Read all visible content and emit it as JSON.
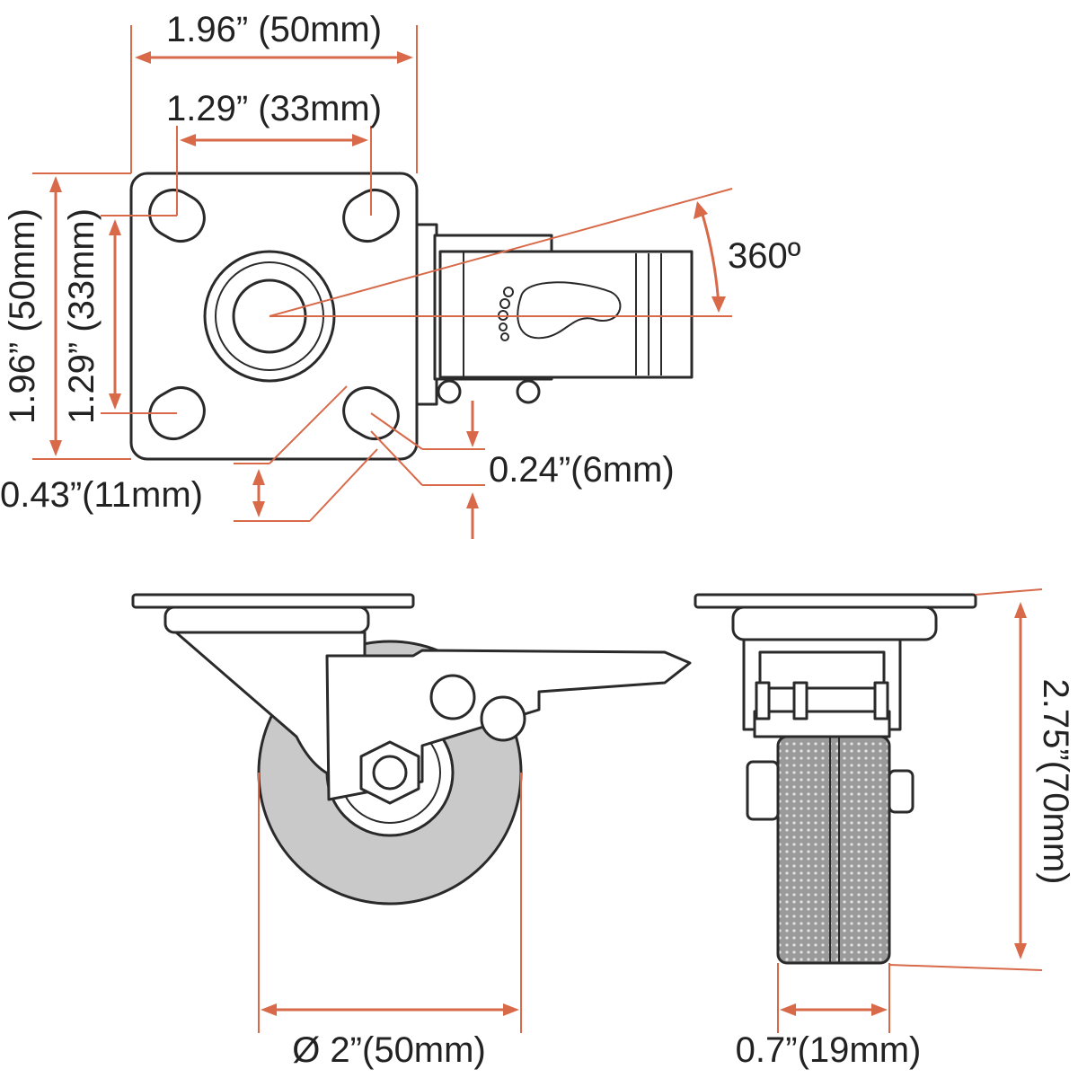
{
  "colors": {
    "dimension": "#d86a4a",
    "outline": "#2a2a2a",
    "wheel": "#c9c9c9"
  },
  "labels": {
    "top_width": "1.96” (50mm)",
    "hole_spacing_x": "1.29” (33mm)",
    "swivel": "360º",
    "side_height": "1.96” (50mm)",
    "hole_spacing_y": "1.29” (33mm)",
    "brake_gap": "0.24”(6mm)",
    "hole_offset": "0.43”(11mm)",
    "wheel_diameter": "Ø 2”(50mm)",
    "total_height": "2.75”(70mm)",
    "wheel_width": "0.7”(19mm)"
  }
}
